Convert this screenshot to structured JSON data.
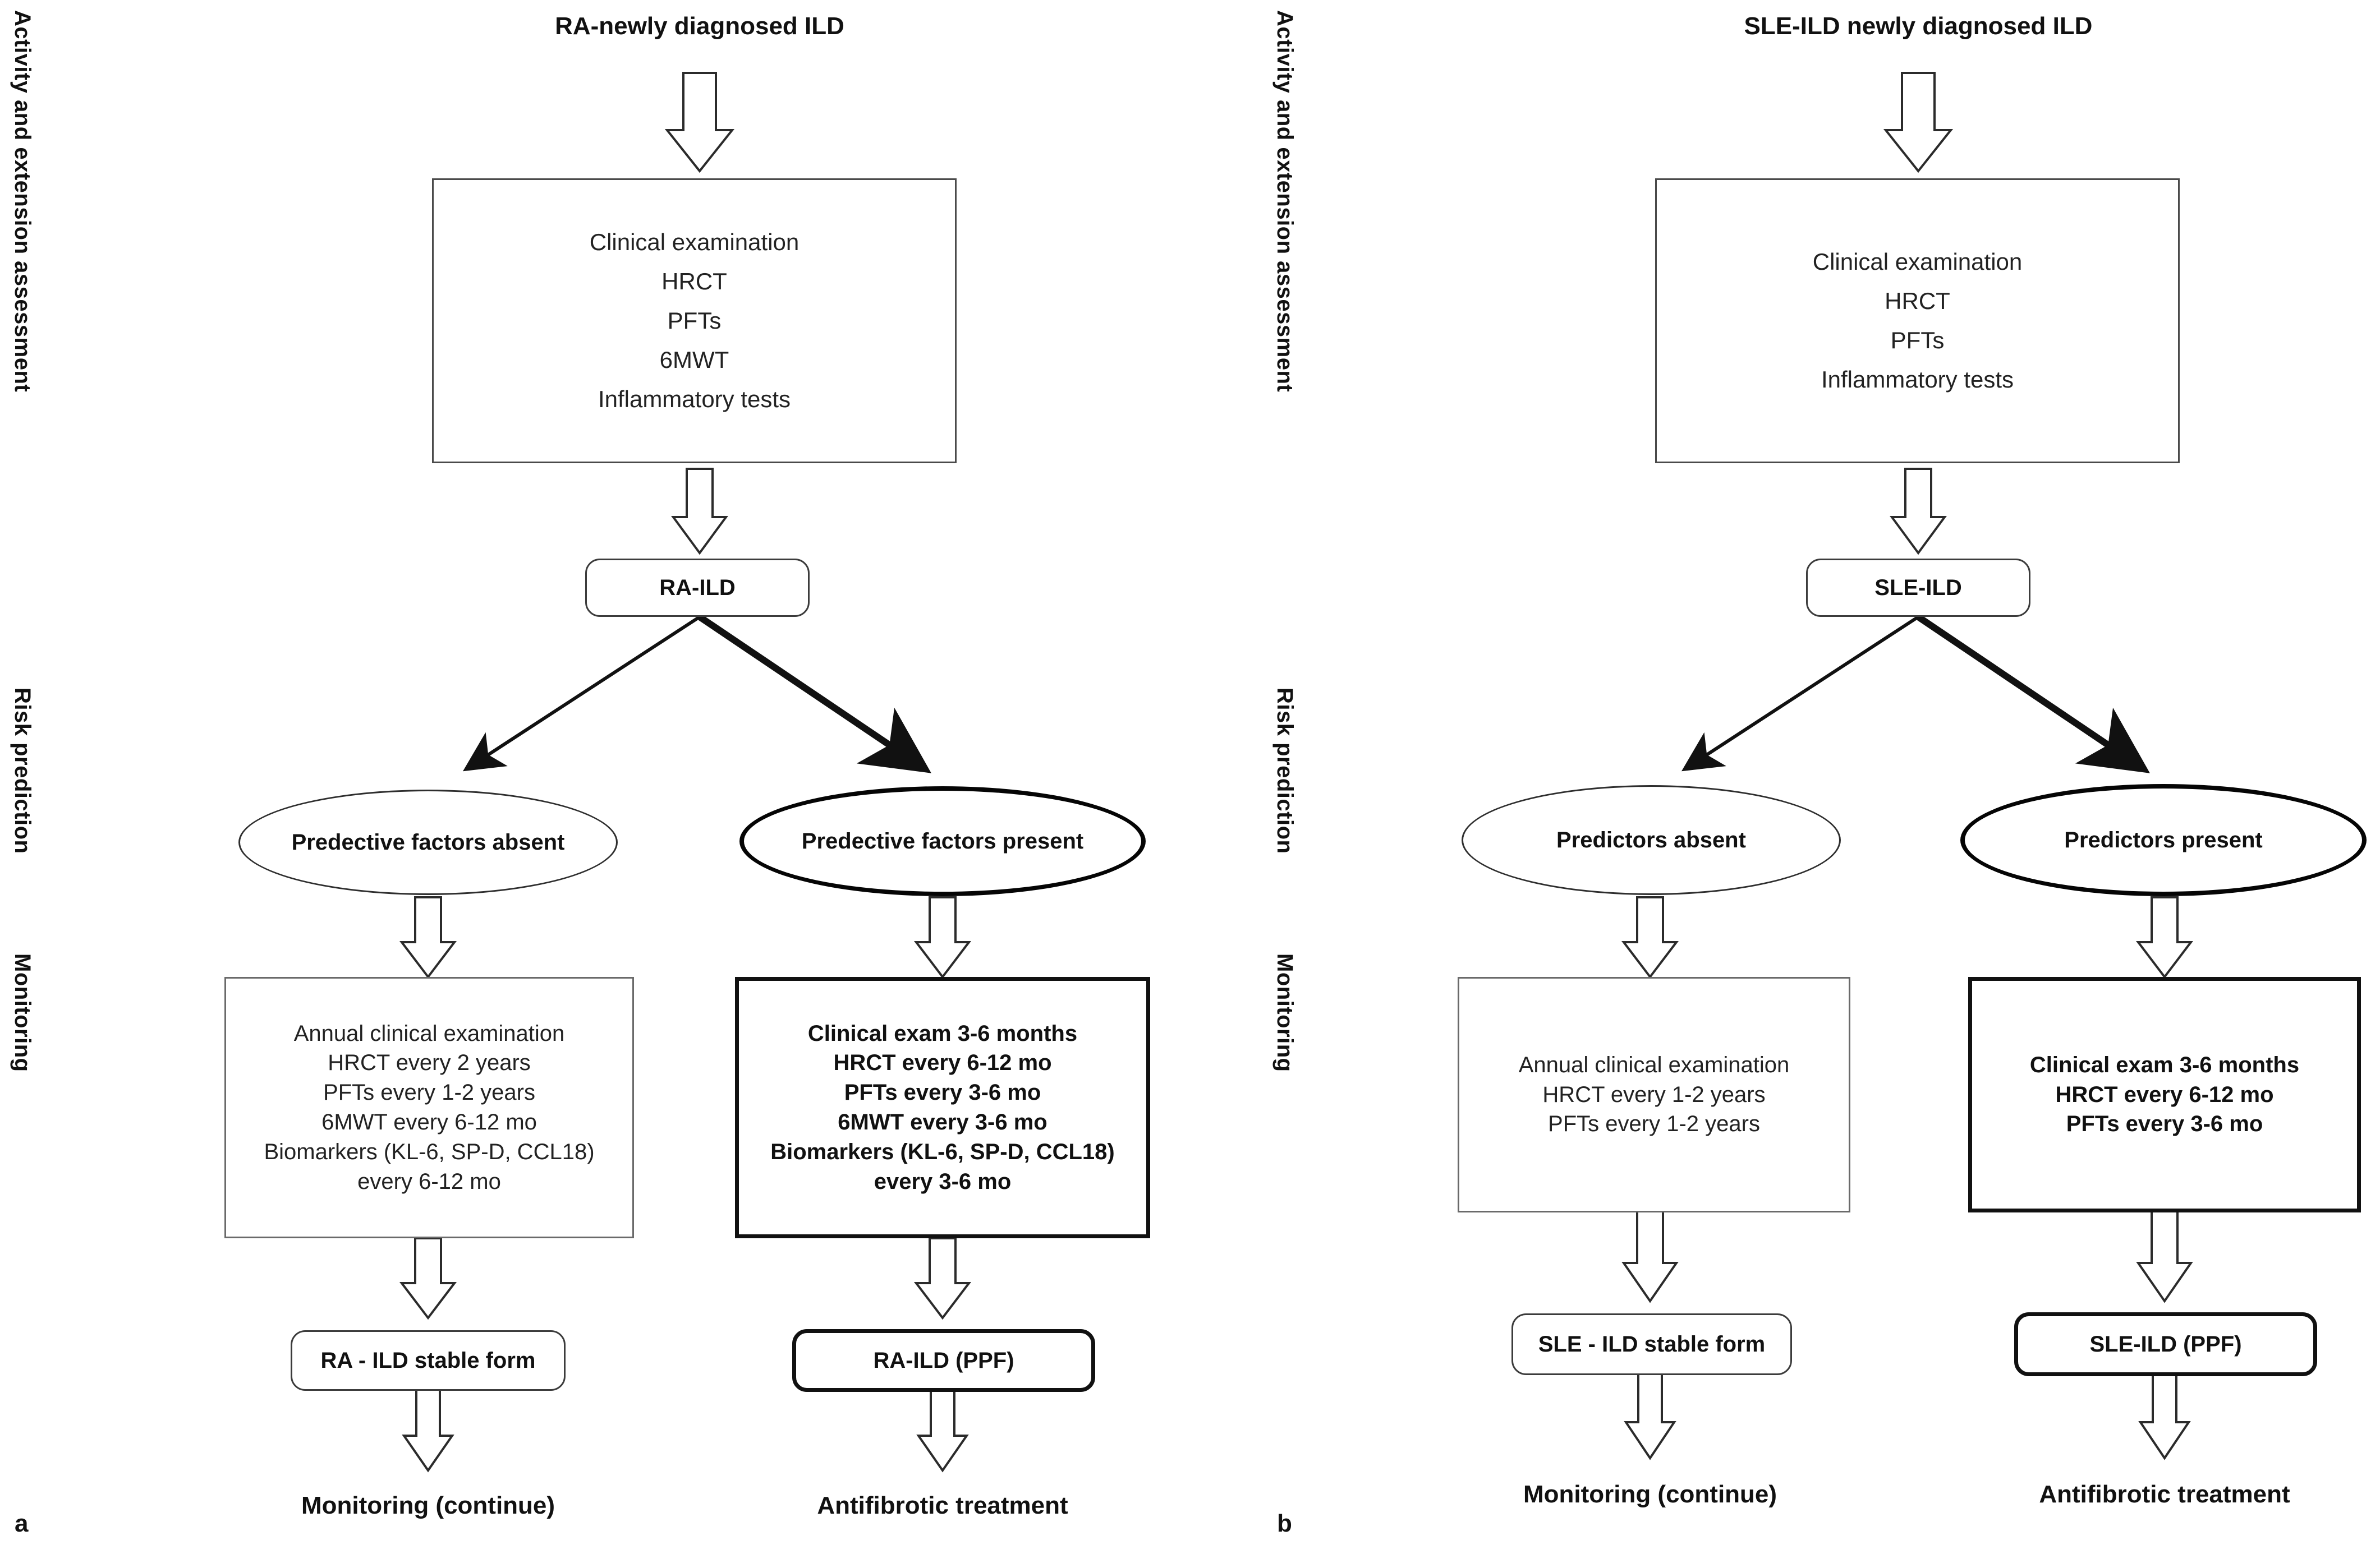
{
  "figure": {
    "panel_a_letter": "a",
    "panel_b_letter": "b"
  },
  "rails": {
    "a": {
      "activity": "Activity and extension assessment",
      "risk": "Risk prediction",
      "monitoring": "Monitoring"
    },
    "b": {
      "activity": "Activity and extension assessment",
      "risk": "Risk prediction",
      "monitoring": "Monitoring"
    }
  },
  "panel_a": {
    "title": "RA-newly diagnosed ILD",
    "assessment": {
      "lines": [
        "Clinical examination",
        "HRCT",
        "PFTs",
        "6MWT",
        "Inflammatory tests"
      ]
    },
    "diagnosis": "RA-ILD",
    "branch_left": {
      "ellipse": "Predective factors absent",
      "monitoring_lines": [
        "Annual clinical examination",
        "HRCT every 2 years",
        "PFTs every 1-2 years",
        "6MWT every 6-12 mo",
        "Biomarkers (KL-6, SP-D, CCL18)",
        "every 6-12 mo"
      ],
      "outcome": "RA - ILD stable form",
      "action": "Monitoring (continue)"
    },
    "branch_right": {
      "ellipse": "Predective factors present",
      "monitoring_lines": [
        "Clinical exam  3-6 months",
        "HRCT every 6-12 mo",
        "PFTs every 3-6 mo",
        "6MWT every 3-6 mo",
        "Biomarkers (KL-6, SP-D, CCL18)",
        "every 3-6 mo"
      ],
      "outcome": "RA-ILD (PPF)",
      "action": "Antifibrotic treatment"
    }
  },
  "panel_b": {
    "title": "SLE-ILD newly diagnosed ILD",
    "assessment": {
      "lines": [
        "Clinical examination",
        "HRCT",
        "PFTs",
        "Inflammatory tests"
      ]
    },
    "diagnosis": "SLE-ILD",
    "branch_left": {
      "ellipse": "Predictors absent",
      "monitoring_lines": [
        "Annual clinical examination",
        "HRCT every 1-2 years",
        "PFTs every 1-2 years"
      ],
      "outcome": "SLE - ILD stable form",
      "action": "Monitoring (continue)"
    },
    "branch_right": {
      "ellipse": "Predictors present",
      "monitoring_lines": [
        "Clinical exam  3-6 months",
        "HRCT every 6-12 mo",
        "PFTs every 3-6 mo"
      ],
      "outcome": "SLE-ILD (PPF)",
      "action": "Antifibrotic treatment"
    }
  },
  "colors": {
    "ink": "#111111",
    "rule": "#4a4a4a",
    "bold_rule": "#050505",
    "background": "#ffffff"
  }
}
